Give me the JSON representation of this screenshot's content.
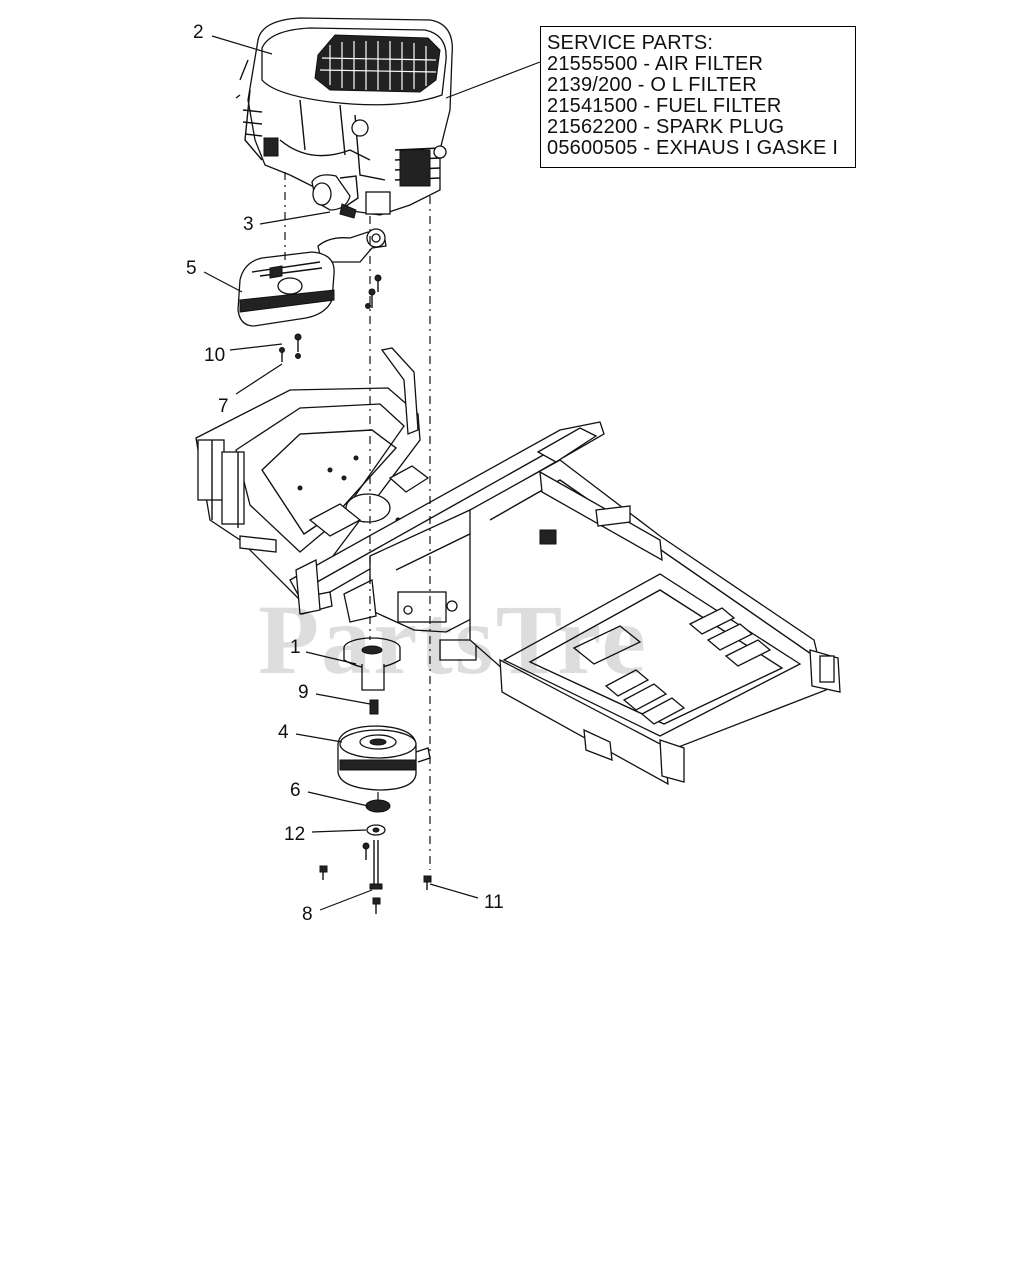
{
  "service_parts": {
    "title": "SERVICE PARTS:",
    "items": [
      "21555500 - AIR FILTER",
      "2139/200 - O L FILTER",
      "21541500 - FUEL FILTER",
      "21562200 - SPARK PLUG",
      "05600505 - EXHAUS I GASKE I"
    ]
  },
  "callouts": {
    "c1": "1",
    "c2": "2",
    "c3": "3",
    "c4": "4",
    "c5": "5",
    "c6": "6",
    "c7": "7",
    "c8": "8",
    "c9": "9",
    "c10": "10",
    "c11": "11",
    "c12": "12"
  },
  "watermark": "PartsTre"
}
